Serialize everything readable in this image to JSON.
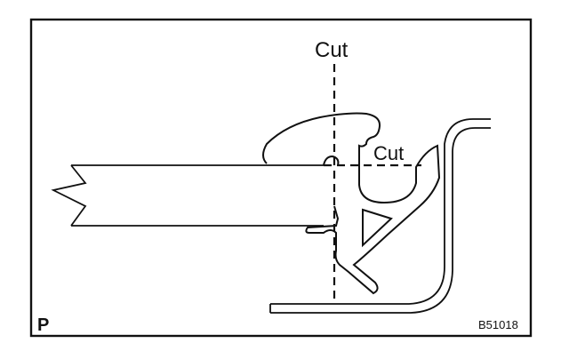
{
  "labels": {
    "cut_vertical": "Cut",
    "cut_horizontal": "Cut",
    "corner_mark": "P",
    "figure_code": "B51018"
  },
  "colors": {
    "ink": "#111111",
    "paper": "#ffffff"
  }
}
